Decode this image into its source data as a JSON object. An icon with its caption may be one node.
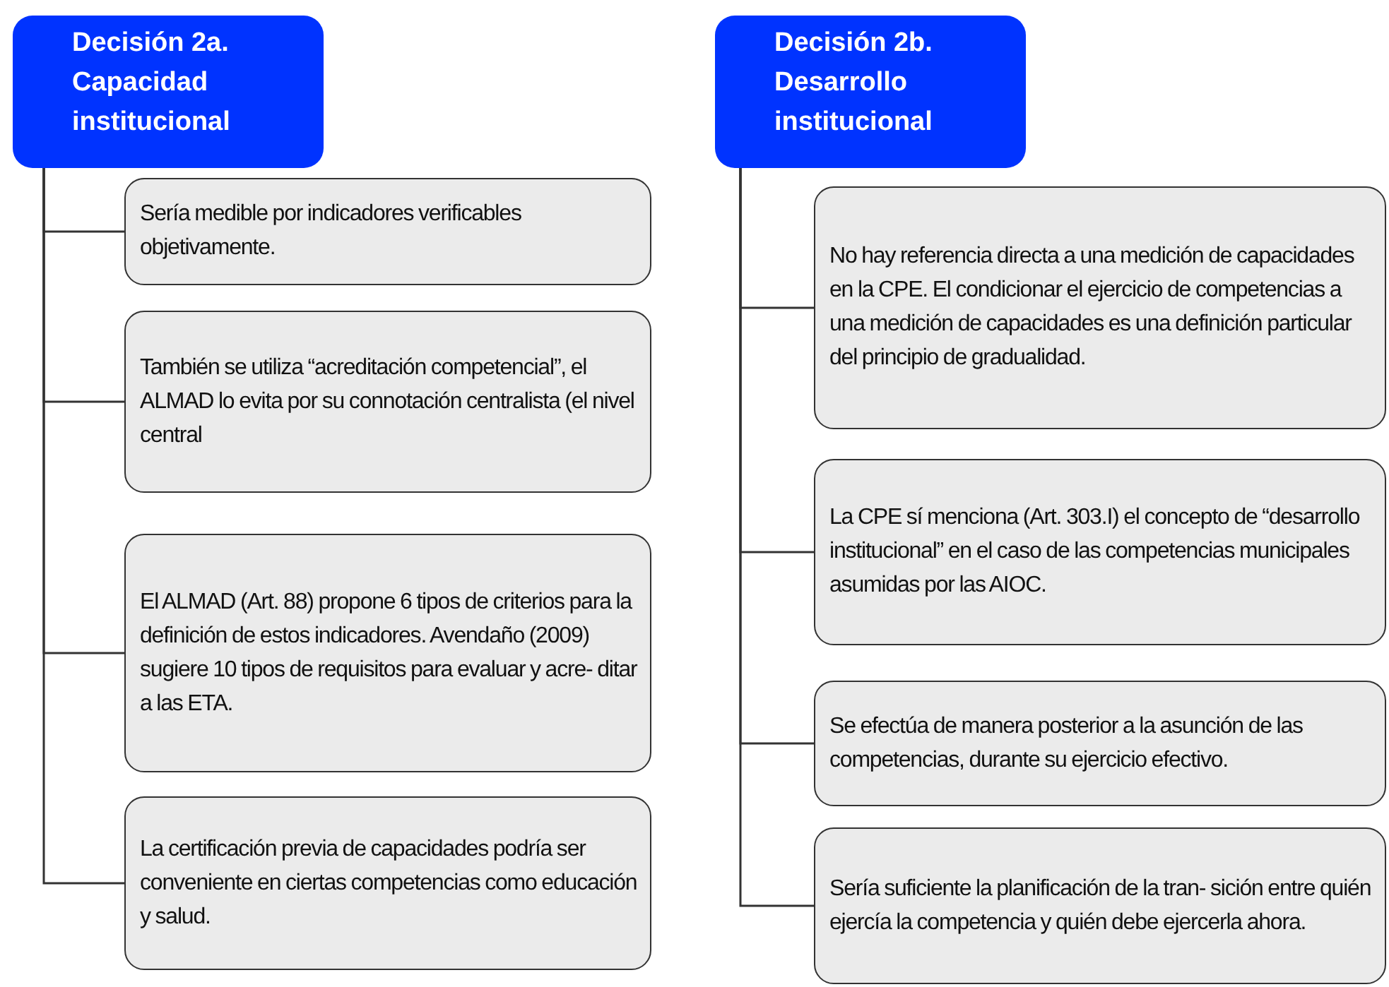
{
  "diagram": {
    "nodes": [
      {
        "text": [
          "Decisión 2a. Capacidad institucional"
        ]
      },
      {
        "text": [
          "Sería medible por indicadores verificables objetivamente."
        ]
      },
      {
        "text": [
          "También se utiliza “acreditación competencial”, el ALMAD lo evita por su connotación centralista (el nivel central"
        ]
      },
      {
        "text": [
          "El ALMAD (Art. 88) propone 6 tipos de criterios para la definición de estos indicadores. Avendaño (2009) sugiere 10 tipos de requisitos para evaluar y acre- ditar a las ETA."
        ]
      },
      {
        "text": [
          "La certificación previa de capacidades podría ser conveniente en ciertas competencias como educación y salud."
        ]
      },
      {
        "text": [
          "Decisión 2b. Desarrollo institucional"
        ]
      },
      {
        "text": [
          "No hay referencia directa a una medición de capacidades en la CPE. El condicionar el ejercicio de competencias a una medición de capacidades es una definición particular del principio de gradualidad."
        ]
      },
      {
        "text": [
          "La CPE sí menciona (Art. 303.I) el concepto de “desarrollo institucional” en el caso de las competencias municipales asumidas por las AIOC."
        ]
      },
      {
        "text": [
          "Se efectúa de manera posterior a la asunción de las competencias, durante su ejercicio efectivo."
        ]
      },
      {
        "text": [
          "Sería suficiente la planificación de la tran- sición entre quién ejercía la competencia y quién debe ejercerla ahora."
        ]
      }
    ],
    "edges": [
      {
        "from": 0,
        "to": 1,
        "arrow": "none"
      },
      {
        "from": 0,
        "to": 2,
        "arrow": "none"
      },
      {
        "from": 0,
        "to": 3,
        "arrow": "none"
      },
      {
        "from": 0,
        "to": 4,
        "arrow": "none"
      },
      {
        "from": 5,
        "to": 6,
        "arrow": "none"
      },
      {
        "from": 5,
        "to": 7,
        "arrow": "none"
      },
      {
        "from": 5,
        "to": 8,
        "arrow": "none"
      },
      {
        "from": 5,
        "to": 9,
        "arrow": "none"
      }
    ]
  }
}
